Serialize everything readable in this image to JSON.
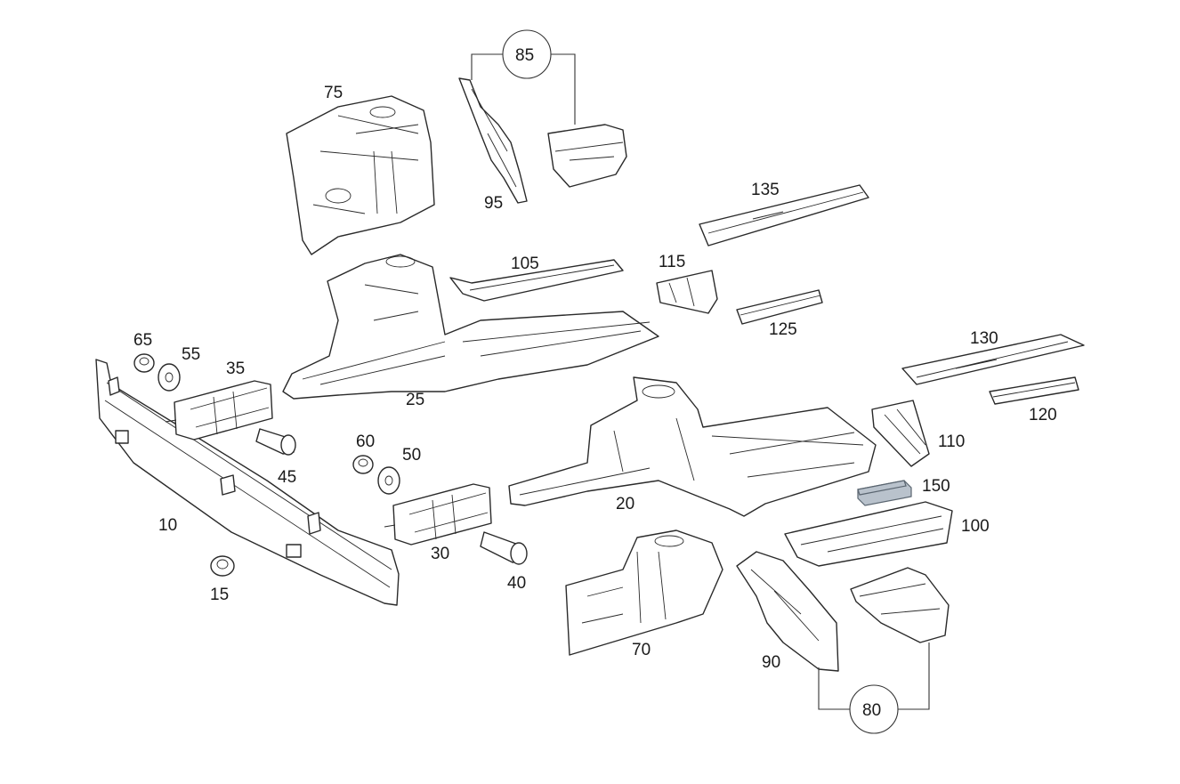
{
  "diagram": {
    "highlight_color": "#b9c2cc",
    "labels": {
      "p10": "10",
      "p15": "15",
      "p20": "20",
      "p25": "25",
      "p30": "30",
      "p35": "35",
      "p40": "40",
      "p45": "45",
      "p50": "50",
      "p55": "55",
      "p60": "60",
      "p65": "65",
      "p70": "70",
      "p75": "75",
      "p80": "80",
      "p85": "85",
      "p90": "90",
      "p95": "95",
      "p100": "100",
      "p105": "105",
      "p110": "110",
      "p115": "115",
      "p120": "120",
      "p125": "125",
      "p130": "130",
      "p135": "135",
      "p150": "150"
    }
  }
}
